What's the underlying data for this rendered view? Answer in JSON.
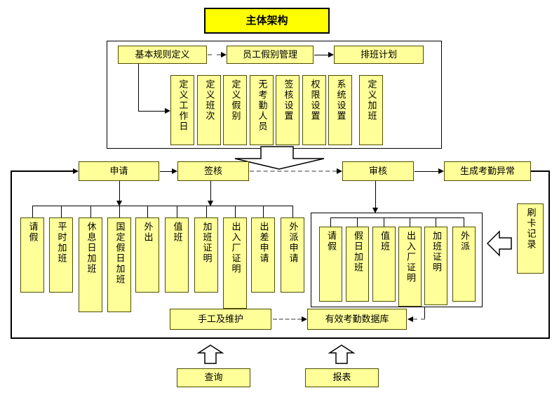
{
  "title": "主体架构",
  "top_section": {
    "flow": [
      "基本规则定义",
      "员工假别管理",
      "排班计划"
    ],
    "items": [
      "定义工作日",
      "定义班次",
      "定义假别",
      "无考勤人员",
      "签核设置",
      "权限设置",
      "系统设置",
      "定义加班"
    ]
  },
  "process_row": [
    "申请",
    "签核",
    "审核",
    "生成考勤异常"
  ],
  "apply_types": [
    "请假",
    "平时加班",
    "休息日加班",
    "国定假日加班",
    "外出",
    "值班",
    "加班证明",
    "出入厂证明",
    "出差申请",
    "外派申请"
  ],
  "review_types": [
    "请假",
    "假日加班",
    "值班",
    "出入厂证明",
    "加班证明",
    "外派"
  ],
  "card_record": "刷卡记录",
  "bottom": {
    "manual": "手工及维护",
    "database": "有效考勤数据库",
    "query": "查询",
    "report": "报表"
  },
  "colors": {
    "title_fill": "#ffff00",
    "node_fill": "#ffff99",
    "line": "#000000"
  }
}
